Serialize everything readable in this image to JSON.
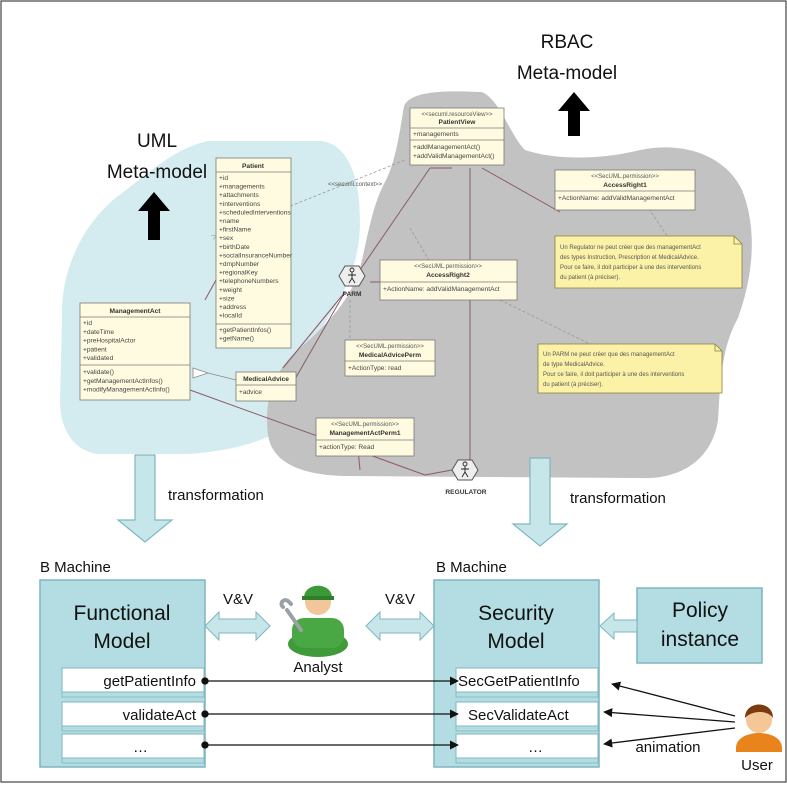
{
  "rbac_title": [
    "RBAC",
    "Meta-model"
  ],
  "uml_title": [
    "UML",
    "Meta-model"
  ],
  "classes": {
    "patient": {
      "name": "Patient",
      "attrs": [
        "+id",
        "+managements",
        "+attachments",
        "+interventions",
        "+scheduledInterventions",
        "+name",
        "+firstName",
        "+sex",
        "+birthDate",
        "+socialInsuranceNumber",
        "+dmpNumber",
        "+regionalKey",
        "+telephoneNumbers",
        "+weight",
        "+size",
        "+address",
        "+localId"
      ],
      "ops": [
        "+getPatientInfos()",
        "+getName()"
      ]
    },
    "management_act": {
      "name": "ManagementAct",
      "attrs": [
        "+id",
        "+dateTime",
        "+preHospitalActor",
        "+patient",
        "+validated"
      ],
      "ops": [
        "+validate()",
        "+getManagementActInfos()",
        "+modifyManagementActInfo()"
      ]
    },
    "medical_advice": {
      "name": "MedicalAdvice",
      "attrs": [
        "+advice"
      ]
    },
    "patient_view": {
      "stereotype": "<<secuml.resourceView>>",
      "name": "PatientView",
      "attrs": [
        "+managements"
      ],
      "ops": [
        "+addManagementAct()",
        "+addValidManagementAct()"
      ]
    },
    "access_right1": {
      "stereotype": "<<SecUML.permission>>",
      "name": "AccessRight1",
      "attrs": [
        "+ActionName: addValidManagementAct"
      ]
    },
    "access_right2": {
      "stereotype": "<<SecUML.permission>>",
      "name": "AccessRight2",
      "attrs": [
        "+ActionName: addValidManagementAct"
      ]
    },
    "medical_advice_perm": {
      "stereotype": "<<SecUML.permission>>",
      "name": "MedicalAdvicePerm",
      "attrs": [
        "+ActionType: read"
      ]
    },
    "management_act_perm1": {
      "stereotype": "<<SecUML.permission>>",
      "name": "ManagementActPerm1",
      "attrs": [
        "+actionType: Read"
      ]
    }
  },
  "context_label": "<<secuml.context>>",
  "roles": {
    "parm": "PARM",
    "regulator": "REGULATOR"
  },
  "notes": {
    "regulator": [
      "Un Regulator ne peut créer que des managementAct",
      "des types Instruction, Prescription et MedicalAdvice.",
      "Pour ce faire, il doit participer à une des interventions",
      "du patient (à préciser)."
    ],
    "parm": [
      "Un PARM ne peut créer que des managementAct",
      "de type MedicalAdvice.",
      "Pour ce faire, il doit participer à une des interventions",
      "du patient (à préciser)."
    ]
  },
  "transformation_left": "transformation",
  "transformation_right": "transformation",
  "b_machine_left": "B Machine",
  "b_machine_right": "B Machine",
  "functional_model": [
    "Functional",
    "Model"
  ],
  "security_model": [
    "Security",
    "Model"
  ],
  "policy_instance": [
    "Policy",
    "instance"
  ],
  "vv_left": "V&V",
  "vv_right": "V&V",
  "analyst_label": "Analyst",
  "user_label": "User",
  "animation_label": "animation",
  "functional_ops": [
    "getPatientInfo",
    "validateAct",
    "…"
  ],
  "security_ops": [
    "SecGetPatientInfo",
    "SecValidateAct",
    "…"
  ],
  "colors": {
    "teal_box": "#b3dde3",
    "teal_border": "#7fb6bf",
    "uml_bg": "#d4ecef",
    "rbac_bg": "#c2c2c2"
  }
}
